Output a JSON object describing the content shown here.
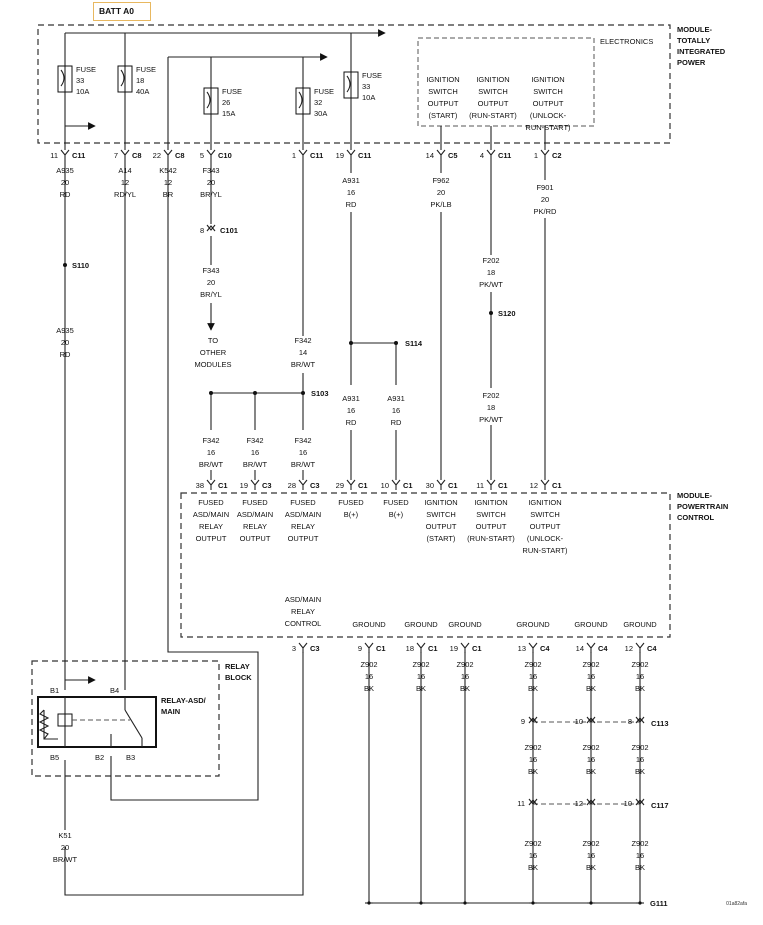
{
  "batt_label": "BATT A0",
  "diagram_code": "01a82afa",
  "module_tipm": {
    "title": "MODULE-\nTOTALLY\nINTEGRATED\nPOWER",
    "electronics": "ELECTRONICS"
  },
  "fuses": [
    {
      "id": "f33a",
      "lines": [
        "FUSE",
        "33",
        "10A"
      ]
    },
    {
      "id": "f18",
      "lines": [
        "FUSE",
        "18",
        "40A"
      ]
    },
    {
      "id": "f26",
      "lines": [
        "FUSE",
        "26",
        "15A"
      ]
    },
    {
      "id": "f32",
      "lines": [
        "FUSE",
        "32",
        "30A"
      ]
    },
    {
      "id": "f33b",
      "lines": [
        "FUSE",
        "33",
        "10A"
      ]
    }
  ],
  "ign_outputs": [
    [
      "IGNITION",
      "SWITCH",
      "OUTPUT",
      "(START)"
    ],
    [
      "IGNITION",
      "SWITCH",
      "OUTPUT",
      "(RUN-START)"
    ],
    [
      "IGNITION",
      "SWITCH",
      "OUTPUT",
      "(UNLOCK-",
      "RUN-START)"
    ]
  ],
  "tipm_pins": [
    {
      "pin": "11",
      "conn": "C11"
    },
    {
      "pin": "7",
      "conn": "C8"
    },
    {
      "pin": "22",
      "conn": "C8"
    },
    {
      "pin": "5",
      "conn": "C10"
    },
    {
      "pin": "1",
      "conn": "C11"
    },
    {
      "pin": "19",
      "conn": "C11"
    },
    {
      "pin": "14",
      "conn": "C5"
    },
    {
      "pin": "4",
      "conn": "C11"
    },
    {
      "pin": "1",
      "conn": "C2"
    }
  ],
  "wires": {
    "a935_top": [
      "A935",
      "20",
      "RD"
    ],
    "a14": [
      "A14",
      "12",
      "RD/YL"
    ],
    "k542": [
      "K542",
      "12",
      "BR"
    ],
    "f343_top": [
      "F343",
      "20",
      "BR/YL"
    ],
    "a931_top": [
      "A931",
      "16",
      "RD"
    ],
    "f962": [
      "F962",
      "20",
      "PK/LB"
    ],
    "f901": [
      "F901",
      "20",
      "PK/RD"
    ],
    "f202_top": [
      "F202",
      "18",
      "PK/WT"
    ],
    "f202_bot": [
      "F202",
      "18",
      "PK/WT"
    ],
    "a935_bot": [
      "A935",
      "20",
      "RD"
    ],
    "f343_bot": [
      "F343",
      "20",
      "BR/YL"
    ],
    "f342_top": [
      "F342",
      "14",
      "BR/WT"
    ],
    "f342_a": [
      "F342",
      "16",
      "BR/WT"
    ],
    "f342_b": [
      "F342",
      "16",
      "BR/WT"
    ],
    "f342_c": [
      "F342",
      "16",
      "BR/WT"
    ],
    "a931_a": [
      "A931",
      "16",
      "RD"
    ],
    "a931_b": [
      "A931",
      "16",
      "RD"
    ],
    "k51": [
      "K51",
      "20",
      "BR/WT"
    ]
  },
  "splices": {
    "s110": "S110",
    "s120": "S120",
    "s114": "S114",
    "s103": "S103"
  },
  "c101": {
    "pin": "8",
    "conn": "C101"
  },
  "to_other_modules": [
    "TO",
    "OTHER",
    "MODULES"
  ],
  "pcm": {
    "title": "MODULE-\nPOWERTRAIN\nCONTROL",
    "top_pins": [
      {
        "pin": "38",
        "conn": "C1"
      },
      {
        "pin": "19",
        "conn": "C3"
      },
      {
        "pin": "28",
        "conn": "C3"
      },
      {
        "pin": "29",
        "conn": "C1"
      },
      {
        "pin": "10",
        "conn": "C1"
      },
      {
        "pin": "30",
        "conn": "C1"
      },
      {
        "pin": "11",
        "conn": "C1"
      },
      {
        "pin": "12",
        "conn": "C1"
      }
    ],
    "top_labels": [
      [
        "FUSED",
        "ASD/MAIN",
        "RELAY",
        "OUTPUT"
      ],
      [
        "FUSED",
        "ASD/MAIN",
        "RELAY",
        "OUTPUT"
      ],
      [
        "FUSED",
        "ASD/MAIN",
        "RELAY",
        "OUTPUT"
      ],
      [
        "FUSED",
        "B(+)"
      ],
      [
        "FUSED",
        "B(+)"
      ],
      [
        "IGNITION",
        "SWITCH",
        "OUTPUT",
        "(START)"
      ],
      [
        "IGNITION",
        "SWITCH",
        "OUTPUT",
        "(RUN-START)"
      ],
      [
        "IGNITION",
        "SWITCH",
        "OUTPUT",
        "(UNLOCK-",
        "RUN-START)"
      ]
    ],
    "relay_control": [
      "ASD/MAIN",
      "RELAY",
      "CONTROL"
    ],
    "relay_control_pin": {
      "pin": "3",
      "conn": "C3"
    },
    "ground_label": "GROUND",
    "ground_pins": [
      {
        "pin": "9",
        "conn": "C1"
      },
      {
        "pin": "18",
        "conn": "C1"
      },
      {
        "pin": "19",
        "conn": "C1"
      },
      {
        "pin": "13",
        "conn": "C4"
      },
      {
        "pin": "14",
        "conn": "C4"
      },
      {
        "pin": "12",
        "conn": "C4"
      }
    ]
  },
  "relay_block": {
    "title": "RELAY\nBLOCK",
    "relay_name": "RELAY-ASD/\nMAIN",
    "pins": {
      "b1": "B1",
      "b4": "B4",
      "b5": "B5",
      "b2": "B2",
      "b3": "B3"
    }
  },
  "ground_wire": [
    "Z902",
    "16",
    "BK"
  ],
  "c113": {
    "label": "C113",
    "pins": [
      "9",
      "10",
      "8"
    ]
  },
  "c117": {
    "label": "C117",
    "pins": [
      "11",
      "12",
      "10"
    ]
  },
  "ground_point": "G111"
}
